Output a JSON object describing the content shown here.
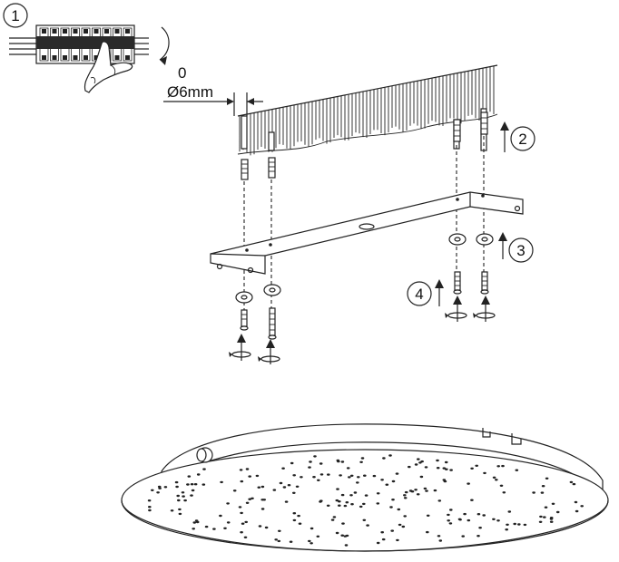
{
  "steps": {
    "step1": "1",
    "step2": "2",
    "step3": "3",
    "step4": "4"
  },
  "breaker": {
    "state": "0"
  },
  "drill": {
    "diameter": "Ø6mm"
  },
  "colors": {
    "ink": "#222222",
    "background": "#ffffff"
  },
  "icons": {
    "breaker": "circuit-breaker-icon",
    "hand": "hand-icon",
    "rotate": "rotate-arrow-icon",
    "up": "arrow-up-icon"
  }
}
